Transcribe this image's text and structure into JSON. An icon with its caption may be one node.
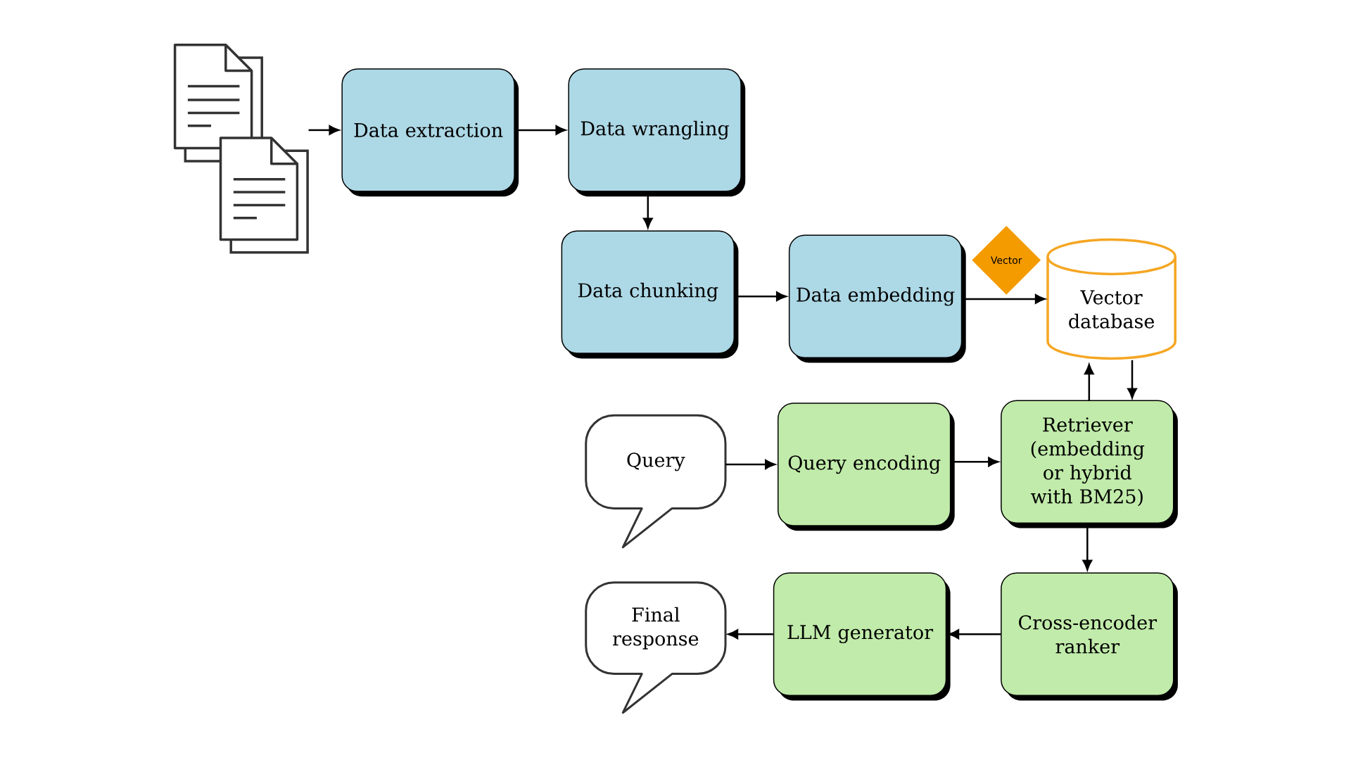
{
  "diagram": {
    "nodes": [
      {
        "text": [],
        "shape": "picture"
      },
      {
        "text": [
          "Data extraction"
        ]
      },
      {
        "text": [
          "Data wrangling"
        ]
      },
      {
        "text": [
          "Data chunking"
        ]
      },
      {
        "text": [
          "Data embedding"
        ]
      },
      {
        "text": [
          "Vector"
        ]
      },
      {
        "text": [
          "Vector database"
        ]
      },
      {
        "text": [
          "Query"
        ]
      },
      {
        "text": [
          "Query encoding"
        ]
      },
      {
        "text": [
          "Retriever (embedding or hybrid with BM25)"
        ]
      },
      {
        "text": [
          "Final response"
        ]
      },
      {
        "text": [
          "LLM generator"
        ]
      },
      {
        "text": [
          "Cross-encoder ranker"
        ]
      }
    ],
    "edges": [
      {
        "from": 0,
        "to": 1,
        "arrow": "to"
      },
      {
        "from": 1,
        "to": 2,
        "arrow": "to"
      },
      {
        "from": 2,
        "to": 3,
        "arrow": "to"
      },
      {
        "from": 3,
        "to": 4,
        "arrow": "to"
      },
      {
        "from": 4,
        "to": 6,
        "arrow": "to"
      },
      {
        "from": 9,
        "to": 6,
        "arrow": "to"
      },
      {
        "from": 6,
        "to": 9,
        "arrow": "to"
      },
      {
        "from": 7,
        "to": 8,
        "arrow": "to"
      },
      {
        "from": 8,
        "to": 9,
        "arrow": "to"
      },
      {
        "from": 9,
        "to": 12,
        "arrow": "to"
      },
      {
        "from": 12,
        "to": 11,
        "arrow": "to"
      },
      {
        "from": 11,
        "to": 10,
        "arrow": "to"
      }
    ]
  }
}
